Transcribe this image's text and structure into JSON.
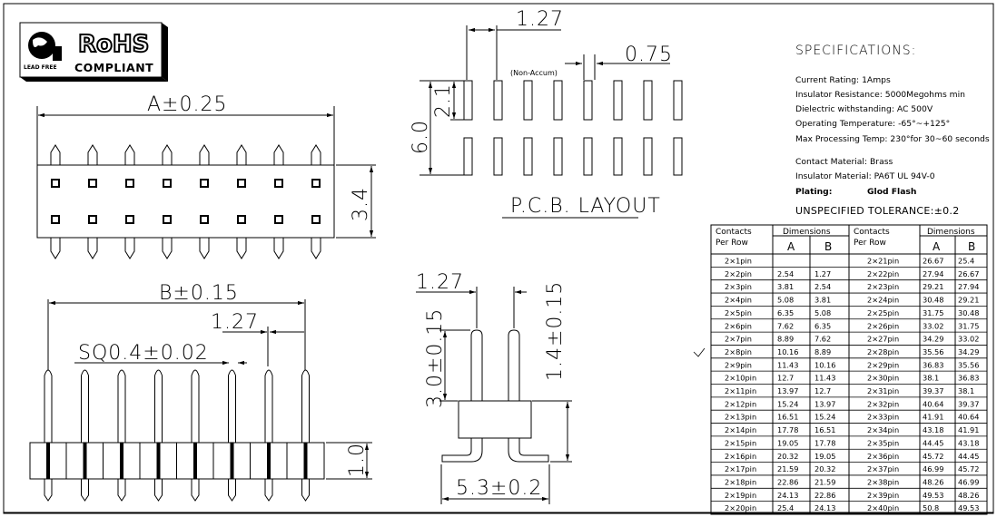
{
  "logo": {
    "rohs": "RoHS",
    "compliant": "COMPLIANT",
    "lead_free": "LEAD FREE"
  },
  "front_view": {
    "dim_a": "A±0.25",
    "dim_height": "3.4"
  },
  "side_view": {
    "dim_b": "B±0.15",
    "dim_pitch": "1.27",
    "dim_sq": "SQ0.4±0.02",
    "dim_base": "1.0"
  },
  "pcb_layout": {
    "dim_pitch": "1.27",
    "non_accum": "(Non-Accum)",
    "dim_pad": "0.75",
    "dim_row_span": "6.0",
    "dim_pad_len": "2.1",
    "title": "P.C.B. LAYOUT"
  },
  "end_view": {
    "dim_pitch": "1.27",
    "dim_tail": "3.0±0.15",
    "dim_top": "1.4±0.15",
    "dim_width": "5.3±0.2"
  },
  "specs": {
    "title": "SPECIFICATIONS:",
    "current": "Current Rating:    1Amps",
    "resistance": "Insulator Resistance: 5000Megohms min",
    "dielectric": "Dielectric withstanding: AC 500V",
    "temp": "Operating Temperature: -65°~+125°",
    "process": "Max Processing Temp: 230°for 30~60 seconds",
    "contact": "Contact Material:    Brass",
    "insulator": "Insulator Material:   PA6T UL 94V-0",
    "plating_label": "Plating:",
    "plating_value": "Glod Flash",
    "tolerance": "UNSPECIFIED TOLERANCE:±0.2"
  },
  "table": {
    "h_contacts": "Contacts",
    "h_per_row": "Per Row",
    "h_dims": "Dimensions",
    "h_a": "A",
    "h_b": "B",
    "left": [
      [
        "2×1pin",
        "",
        ""
      ],
      [
        "2×2pin",
        "2.54",
        "1.27"
      ],
      [
        "2×3pin",
        "3.81",
        "2.54"
      ],
      [
        "2×4pin",
        "5.08",
        "3.81"
      ],
      [
        "2×5pin",
        "6.35",
        "5.08"
      ],
      [
        "2×6pin",
        "7.62",
        "6.35"
      ],
      [
        "2×7pin",
        "8.89",
        "7.62"
      ],
      [
        "2×8pin",
        "10.16",
        "8.89"
      ],
      [
        "2×9pin",
        "11.43",
        "10.16"
      ],
      [
        "2×10pin",
        "12.7",
        "11.43"
      ],
      [
        "2×11pin",
        "13.97",
        "12.7"
      ],
      [
        "2×12pin",
        "15.24",
        "13.97"
      ],
      [
        "2×13pin",
        "16.51",
        "15.24"
      ],
      [
        "2×14pin",
        "17.78",
        "16.51"
      ],
      [
        "2×15pin",
        "19.05",
        "17.78"
      ],
      [
        "2×16pin",
        "20.32",
        "19.05"
      ],
      [
        "2×17pin",
        "21.59",
        "20.32"
      ],
      [
        "2×18pin",
        "22.86",
        "21.59"
      ],
      [
        "2×19pin",
        "24.13",
        "22.86"
      ],
      [
        "2×20pin",
        "25.4",
        "24.13"
      ]
    ],
    "right": [
      [
        "2×21pin",
        "26.67",
        "25.4"
      ],
      [
        "2×22pin",
        "27.94",
        "26.67"
      ],
      [
        "2×23pin",
        "29.21",
        "27.94"
      ],
      [
        "2×24pin",
        "30.48",
        "29.21"
      ],
      [
        "2×25pin",
        "31.75",
        "30.48"
      ],
      [
        "2×26pin",
        "33.02",
        "31.75"
      ],
      [
        "2×27pin",
        "34.29",
        "33.02"
      ],
      [
        "2×28pin",
        "35.56",
        "34.29"
      ],
      [
        "2×29pin",
        "36.83",
        "35.56"
      ],
      [
        "2×30pin",
        "38.1",
        "36.83"
      ],
      [
        "2×31pin",
        "39.37",
        "38.1"
      ],
      [
        "2×32pin",
        "40.64",
        "39.37"
      ],
      [
        "2×33pin",
        "41.91",
        "40.64"
      ],
      [
        "2×34pin",
        "43.18",
        "41.91"
      ],
      [
        "2×35pin",
        "44.45",
        "43.18"
      ],
      [
        "2×36pin",
        "45.72",
        "44.45"
      ],
      [
        "2×37pin",
        "46.99",
        "45.72"
      ],
      [
        "2×38pin",
        "48.26",
        "46.99"
      ],
      [
        "2×39pin",
        "49.53",
        "48.26"
      ],
      [
        "2×40pin",
        "50.8",
        "49.53"
      ]
    ]
  }
}
